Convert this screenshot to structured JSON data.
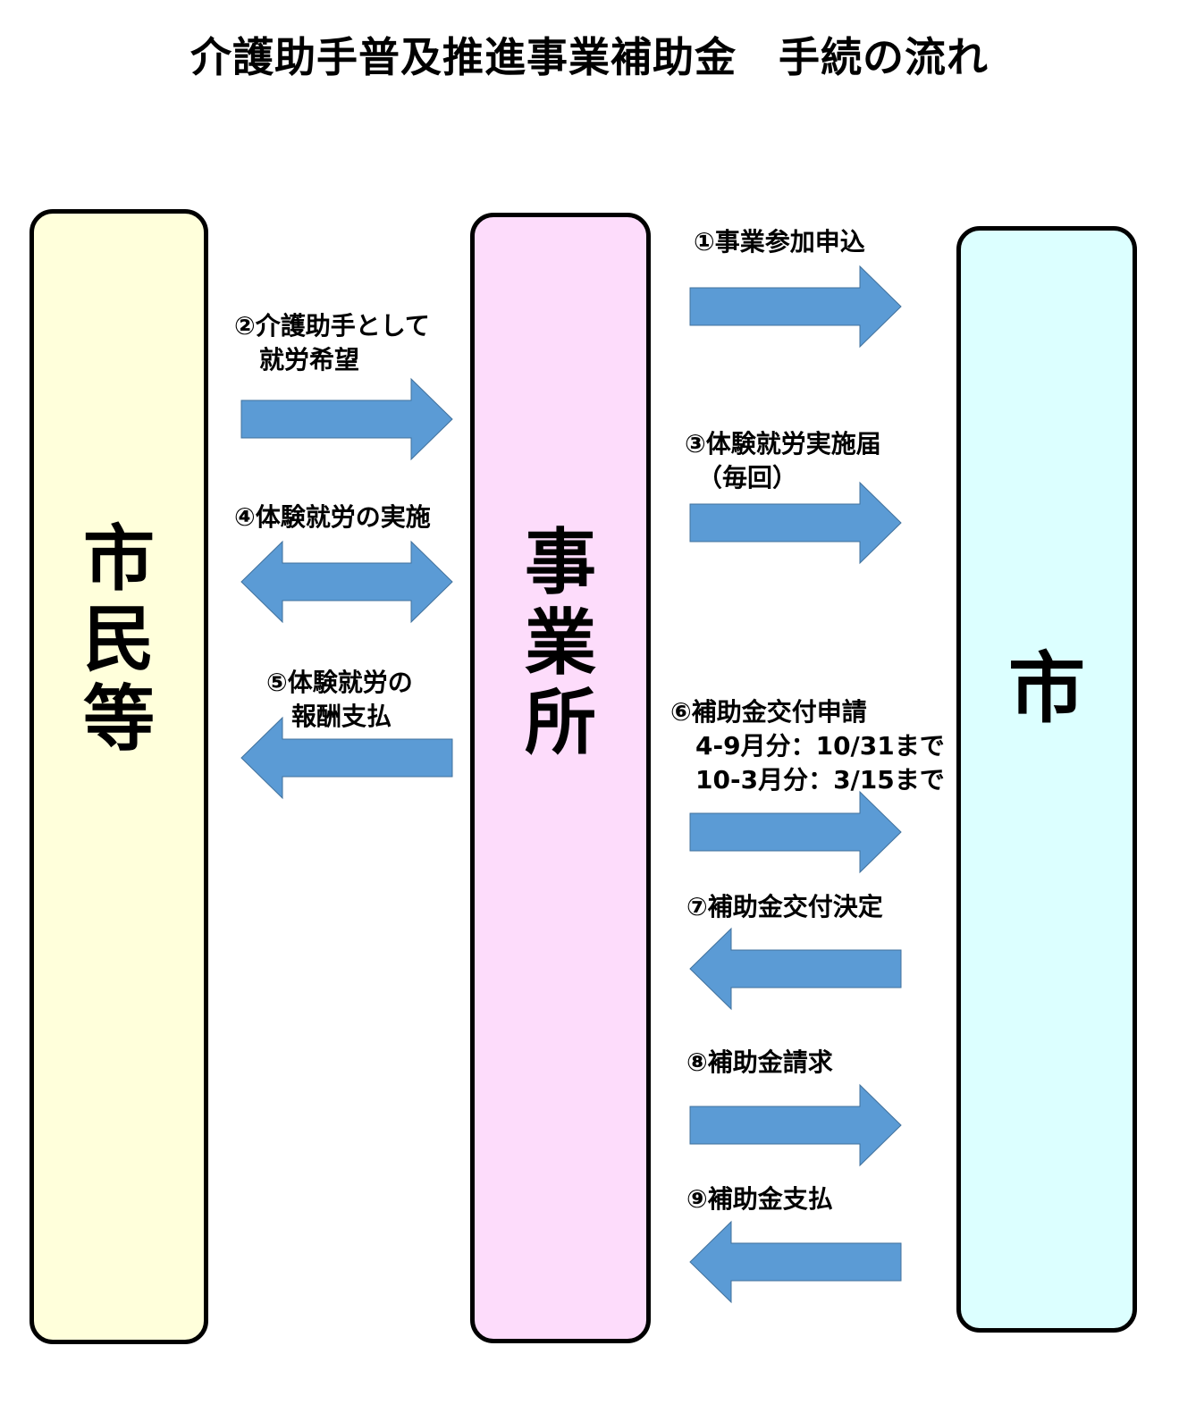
{
  "title": "介護助手普及推進事業補助金　手続の流れ",
  "colors": {
    "citizen": "#FFFFDB",
    "office": "#FDDCFB",
    "city": "#DCFFFF",
    "arrow": "#5B9BD5"
  },
  "columns": {
    "citizen": "市\n民\n等",
    "office": "事\n業\n所",
    "city": "市"
  },
  "steps": [
    {
      "id": "s1",
      "label": "①事業参加申込",
      "direction": "right"
    },
    {
      "id": "s2",
      "label": "②介護助手として\n　就労希望",
      "direction": "right"
    },
    {
      "id": "s3",
      "label": "③体験就労実施届\n　（毎回）",
      "direction": "right"
    },
    {
      "id": "s4",
      "label": "④体験就労の実施",
      "direction": "both"
    },
    {
      "id": "s5",
      "label": "⑤体験就労の\n　報酬支払",
      "direction": "left"
    },
    {
      "id": "s6",
      "label": "⑥補助金交付申請\n　4-9月分：10/31まで\n　10-3月分：3/15まで",
      "direction": "right"
    },
    {
      "id": "s7",
      "label": "⑦補助金交付決定",
      "direction": "left"
    },
    {
      "id": "s8",
      "label": "⑧補助金請求",
      "direction": "right"
    },
    {
      "id": "s9",
      "label": "⑨補助金支払",
      "direction": "left"
    }
  ]
}
